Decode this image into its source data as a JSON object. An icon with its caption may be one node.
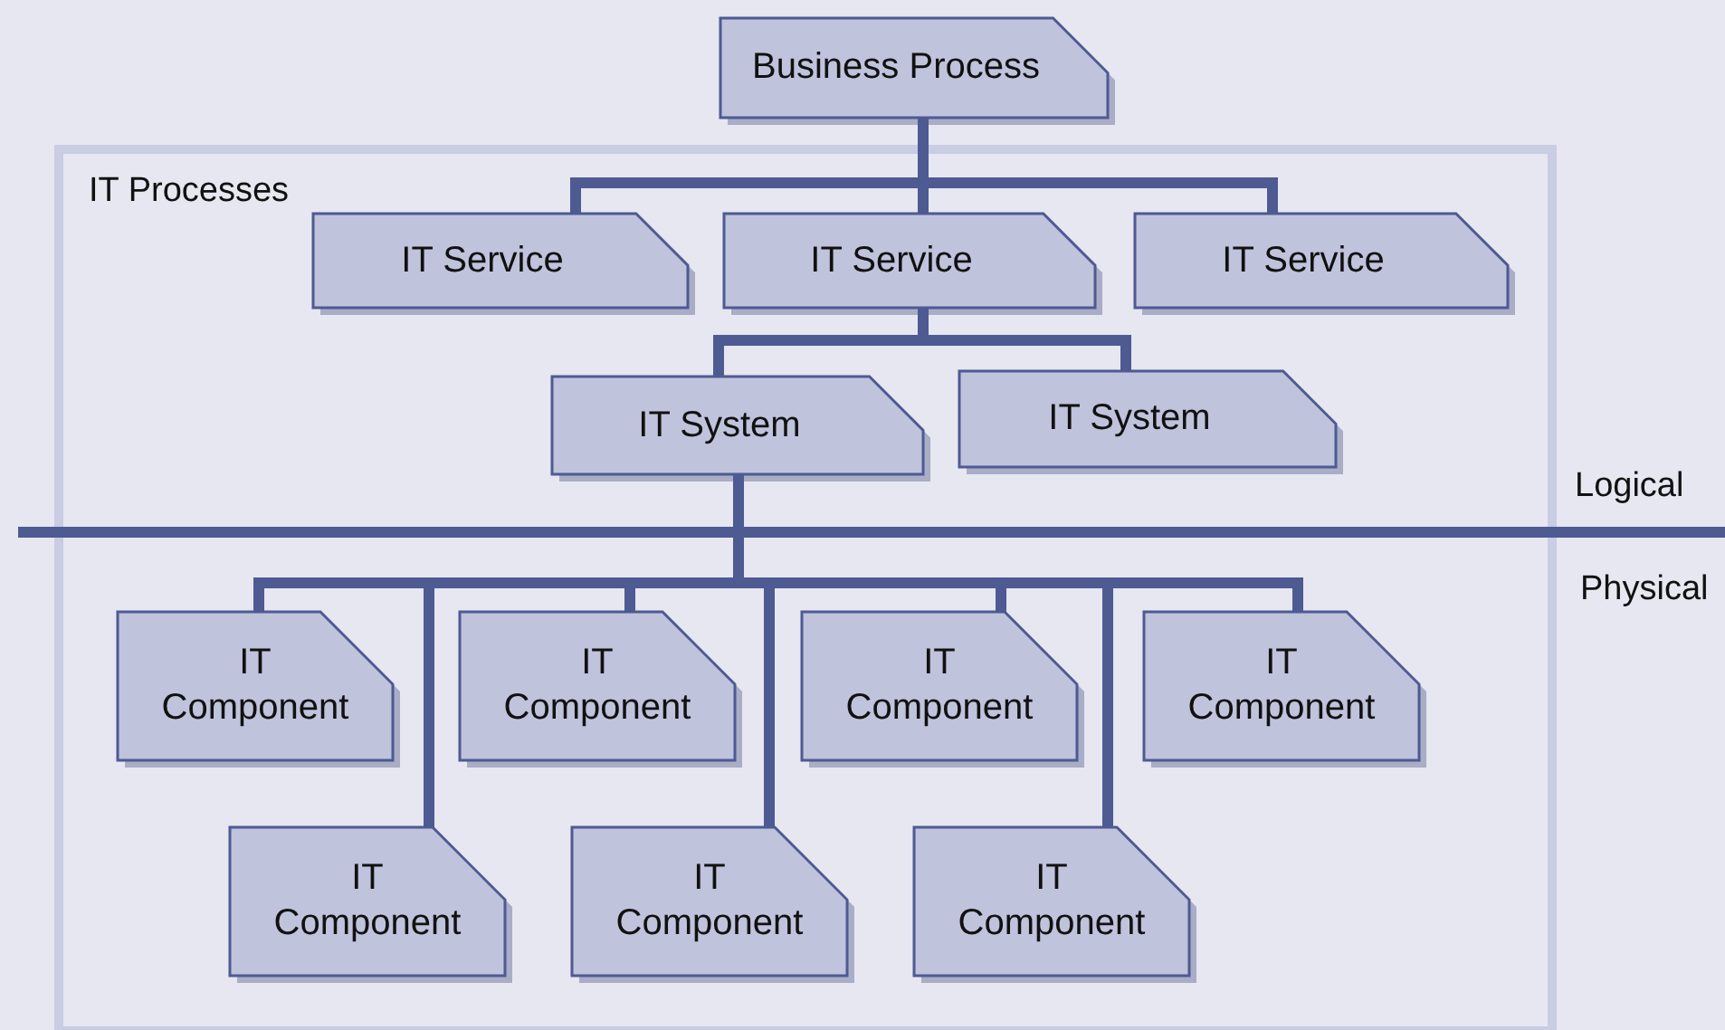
{
  "diagram": {
    "nodes": [
      {
        "text": [
          "Business Process"
        ]
      },
      {
        "text": [
          "IT Processes"
        ]
      },
      {
        "text": [
          "IT Service"
        ],
        "in": 1
      },
      {
        "text": [
          "IT Service"
        ],
        "in": 1
      },
      {
        "text": [
          "IT Service"
        ],
        "in": 1
      },
      {
        "text": [
          "IT System"
        ],
        "in": 1
      },
      {
        "text": [
          "IT System"
        ],
        "in": 1
      },
      {
        "text": [
          "IT Component"
        ],
        "in": 1
      },
      {
        "text": [
          "IT Component"
        ],
        "in": 1
      },
      {
        "text": [
          "IT Component"
        ],
        "in": 1
      },
      {
        "text": [
          "IT Component"
        ],
        "in": 1
      },
      {
        "text": [
          "IT Component"
        ],
        "in": 1
      },
      {
        "text": [
          "IT Component"
        ],
        "in": 1
      },
      {
        "text": [
          "IT Component"
        ],
        "in": 1
      }
    ],
    "edges": [
      {
        "from": 0,
        "to": 2,
        "arrow": "none"
      },
      {
        "from": 0,
        "to": 3,
        "arrow": "none"
      },
      {
        "from": 0,
        "to": 4,
        "arrow": "none"
      },
      {
        "from": 3,
        "to": 5,
        "arrow": "none"
      },
      {
        "from": 3,
        "to": 6,
        "arrow": "none"
      },
      {
        "from": 5,
        "to": 7,
        "arrow": "none"
      },
      {
        "from": 5,
        "to": 8,
        "arrow": "none"
      },
      {
        "from": 5,
        "to": 9,
        "arrow": "none"
      },
      {
        "from": 5,
        "to": 10,
        "arrow": "none"
      },
      {
        "from": 5,
        "to": 11,
        "arrow": "none"
      },
      {
        "from": 5,
        "to": 12,
        "arrow": "none"
      },
      {
        "from": 5,
        "to": 13,
        "arrow": "none"
      }
    ],
    "labels": [
      "Logical",
      "Physical"
    ]
  }
}
